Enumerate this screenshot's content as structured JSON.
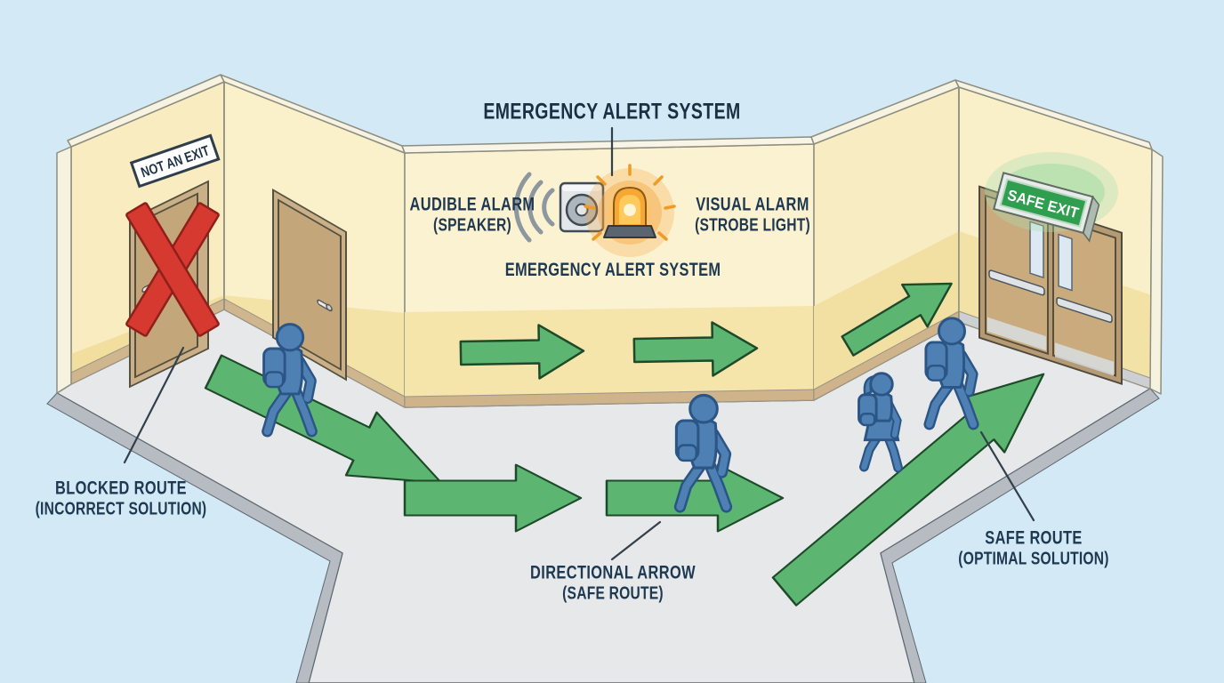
{
  "diagram": {
    "title": "EMERGENCY ALERT SYSTEM",
    "alert_system": {
      "heading": "EMERGENCY ALERT SYSTEM",
      "audible_label": "AUDIBLE ALARM",
      "audible_sub": "(SPEAKER)",
      "visual_label": "VISUAL ALARM",
      "visual_sub": "(STROBE LIGHT)"
    },
    "signs": {
      "not_an_exit": "NOT AN EXIT",
      "safe_exit": "SAFE EXIT"
    },
    "callouts": {
      "blocked_route": {
        "label": "BLOCKED ROUTE",
        "sub": "(INCORRECT SOLUTION)"
      },
      "directional_arrow": {
        "label": "DIRECTIONAL ARROW",
        "sub": "(SAFE ROUTE)"
      },
      "safe_route": {
        "label": "SAFE ROUTE",
        "sub": "(OPTIMAL SOLUTION)"
      }
    },
    "colors": {
      "background_blue": "#d3e9f5",
      "wall_yellow": "#faf0ca",
      "wall_band_yellow": "#f4e3a7",
      "floor_gray": "#e6e8ea",
      "arrow_green": "#5cb571",
      "blocked_red": "#d5392f",
      "sign_green": "#2f9e4e",
      "label_navy": "#1d3850",
      "figure_blue": "#4e80b4",
      "strobe_orange": "#f7a733"
    }
  }
}
